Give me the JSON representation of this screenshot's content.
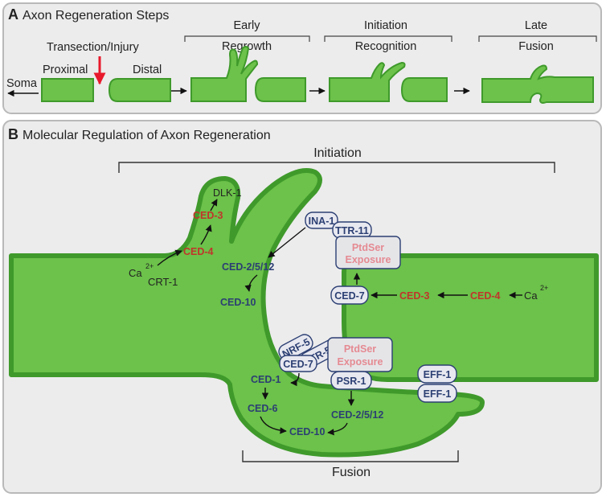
{
  "panel_a": {
    "letter": "A",
    "title": "Axon Regeneration Steps",
    "injury_label": "Transection/Injury",
    "soma_label": "Soma",
    "proximal_label": "Proximal",
    "distal_label": "Distal",
    "stages": [
      {
        "top": "Early",
        "bottom": "Regrowth"
      },
      {
        "top": "Initiation",
        "bottom": "Recognition"
      },
      {
        "top": "Late",
        "bottom": "Fusion"
      }
    ]
  },
  "panel_b": {
    "letter": "B",
    "title": "Molecular Regulation of Axon Regeneration",
    "initiation_label": "Initiation",
    "fusion_label": "Fusion",
    "molecules": {
      "dlk1": "DLK-1",
      "ced3_left": "CED-3",
      "ced4_left": "CED-4",
      "ca_left": "Ca",
      "ca_sup": "2+",
      "crt1": "CRT-1",
      "ina1": "INA-1",
      "ttr11": "TTR-11",
      "ptdser_top_1": "PtdSer",
      "ptdser_top_2": "Exposure",
      "ced2512_top": "CED-2/5/12",
      "ced10_top": "CED-10",
      "ced7_right": "CED-7",
      "ced3_right": "CED-3",
      "ced4_right": "CED-4",
      "ca_right": "Ca",
      "nrf5": "NRF-5",
      "ttr52": "TTR-52",
      "ced7_bottom": "CED-7",
      "ptdser_bot_1": "PtdSer",
      "ptdser_bot_2": "Exposure",
      "psr1": "PSR-1",
      "eff1_a": "EFF-1",
      "eff1_b": "EFF-1",
      "ced1": "CED-1",
      "ced6": "CED-6",
      "ced2512_bottom": "CED-2/5/12",
      "ced10_bottom": "CED-10"
    }
  },
  "colors": {
    "axon_fill": "#6cc24a",
    "axon_stroke": "#3f9a2b",
    "caspase_red": "#c0352b",
    "engulfment_blue": "#2c3f73",
    "ptdser_pink": "#e58a92",
    "injury_arrow": "#e8192c"
  }
}
